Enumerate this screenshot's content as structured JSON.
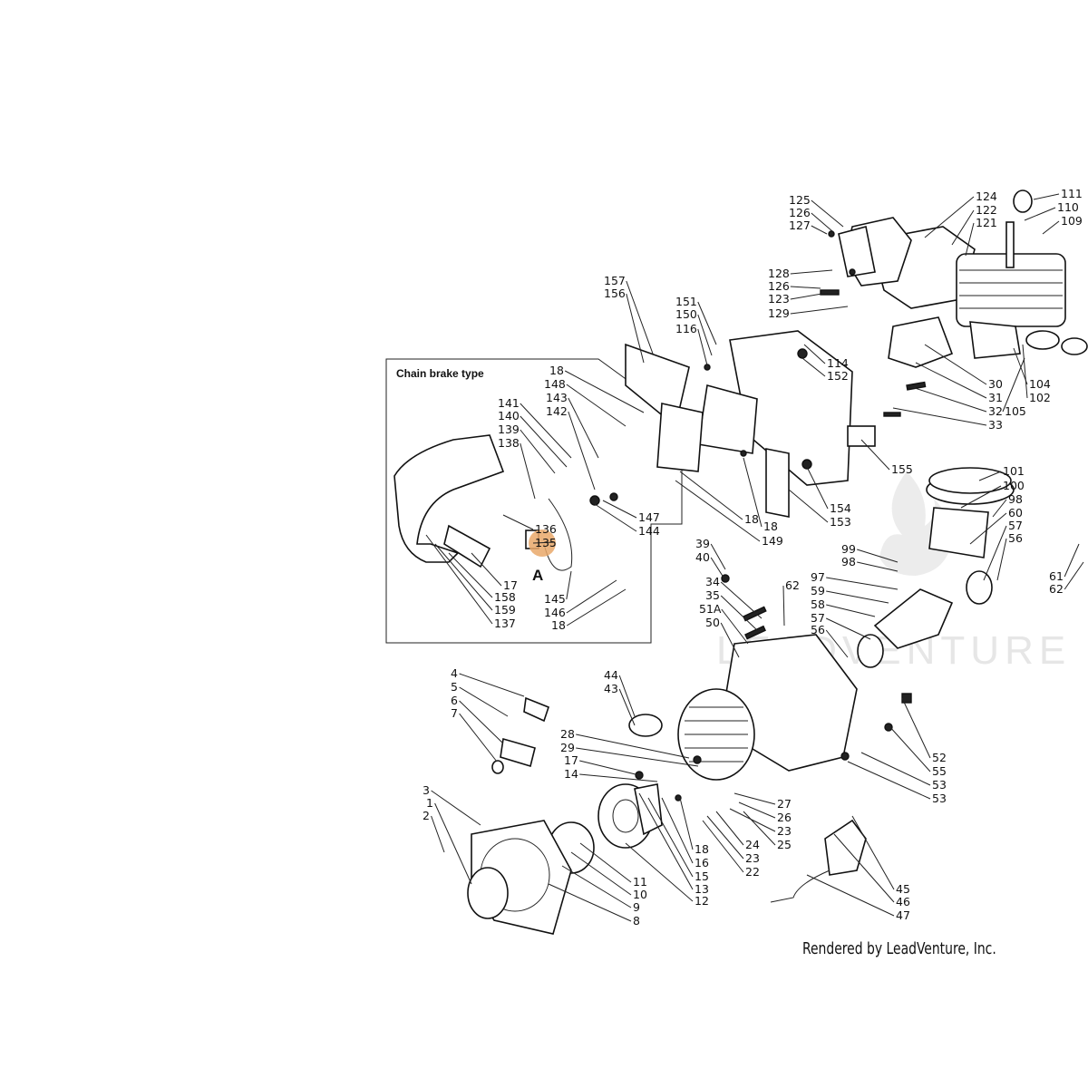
{
  "diagram": {
    "inset_title": "Chain brake type",
    "inset_letter": "A",
    "watermark": "LEADVENTURE",
    "highlight_color": "#e9a86a",
    "highlighted_part": "135",
    "callouts": [
      {
        "id": "125",
        "t": "125"
      },
      {
        "id": "126a",
        "t": "126"
      },
      {
        "id": "127",
        "t": "127"
      },
      {
        "id": "124",
        "t": "124"
      },
      {
        "id": "122",
        "t": "122"
      },
      {
        "id": "121",
        "t": "121"
      },
      {
        "id": "111",
        "t": "111"
      },
      {
        "id": "110",
        "t": "110"
      },
      {
        "id": "109",
        "t": "109"
      },
      {
        "id": "128",
        "t": "128"
      },
      {
        "id": "126b",
        "t": "126"
      },
      {
        "id": "123",
        "t": "123"
      },
      {
        "id": "129",
        "t": "129"
      },
      {
        "id": "157",
        "t": "157"
      },
      {
        "id": "156",
        "t": "156"
      },
      {
        "id": "151",
        "t": "151"
      },
      {
        "id": "150",
        "t": "150"
      },
      {
        "id": "116",
        "t": "116"
      },
      {
        "id": "114",
        "t": "114"
      },
      {
        "id": "152",
        "t": "152"
      },
      {
        "id": "30",
        "t": "30"
      },
      {
        "id": "31",
        "t": "31"
      },
      {
        "id": "32",
        "t": "32"
      },
      {
        "id": "33",
        "t": "33"
      },
      {
        "id": "104",
        "t": "104"
      },
      {
        "id": "102",
        "t": "102"
      },
      {
        "id": "105",
        "t": "105"
      },
      {
        "id": "18a",
        "t": "18"
      },
      {
        "id": "148",
        "t": "148"
      },
      {
        "id": "143",
        "t": "143"
      },
      {
        "id": "142",
        "t": "142"
      },
      {
        "id": "141",
        "t": "141"
      },
      {
        "id": "140",
        "t": "140"
      },
      {
        "id": "139",
        "t": "139"
      },
      {
        "id": "138",
        "t": "138"
      },
      {
        "id": "136",
        "t": "136"
      },
      {
        "id": "135",
        "t": "135"
      },
      {
        "id": "17a",
        "t": "17"
      },
      {
        "id": "158",
        "t": "158"
      },
      {
        "id": "159",
        "t": "159"
      },
      {
        "id": "137",
        "t": "137"
      },
      {
        "id": "147",
        "t": "147"
      },
      {
        "id": "144",
        "t": "144"
      },
      {
        "id": "18b",
        "t": "18"
      },
      {
        "id": "145",
        "t": "145"
      },
      {
        "id": "146",
        "t": "146"
      },
      {
        "id": "18c",
        "t": "18"
      },
      {
        "id": "155",
        "t": "155"
      },
      {
        "id": "18d",
        "t": "18"
      },
      {
        "id": "149",
        "t": "149"
      },
      {
        "id": "154",
        "t": "154"
      },
      {
        "id": "153",
        "t": "153"
      },
      {
        "id": "101",
        "t": "101"
      },
      {
        "id": "100",
        "t": "100"
      },
      {
        "id": "98a",
        "t": "98"
      },
      {
        "id": "60",
        "t": "60"
      },
      {
        "id": "57a",
        "t": "57"
      },
      {
        "id": "56a",
        "t": "56"
      },
      {
        "id": "99",
        "t": "99"
      },
      {
        "id": "98b",
        "t": "98"
      },
      {
        "id": "61",
        "t": "61"
      },
      {
        "id": "62a",
        "t": "62"
      },
      {
        "id": "39",
        "t": "39"
      },
      {
        "id": "40",
        "t": "40"
      },
      {
        "id": "34",
        "t": "34"
      },
      {
        "id": "35",
        "t": "35"
      },
      {
        "id": "51A",
        "t": "51A"
      },
      {
        "id": "50",
        "t": "50"
      },
      {
        "id": "62b",
        "t": "62"
      },
      {
        "id": "97",
        "t": "97"
      },
      {
        "id": "59",
        "t": "59"
      },
      {
        "id": "58",
        "t": "58"
      },
      {
        "id": "57b",
        "t": "57"
      },
      {
        "id": "56b",
        "t": "56"
      },
      {
        "id": "4",
        "t": "4"
      },
      {
        "id": "5",
        "t": "5"
      },
      {
        "id": "6",
        "t": "6"
      },
      {
        "id": "7",
        "t": "7"
      },
      {
        "id": "44",
        "t": "44"
      },
      {
        "id": "43",
        "t": "43"
      },
      {
        "id": "28",
        "t": "28"
      },
      {
        "id": "29",
        "t": "29"
      },
      {
        "id": "17b",
        "t": "17"
      },
      {
        "id": "14",
        "t": "14"
      },
      {
        "id": "52",
        "t": "52"
      },
      {
        "id": "55",
        "t": "55"
      },
      {
        "id": "53a",
        "t": "53"
      },
      {
        "id": "53b",
        "t": "53"
      },
      {
        "id": "27",
        "t": "27"
      },
      {
        "id": "26",
        "t": "26"
      },
      {
        "id": "23a",
        "t": "23"
      },
      {
        "id": "25",
        "t": "25"
      },
      {
        "id": "24",
        "t": "24"
      },
      {
        "id": "23b",
        "t": "23"
      },
      {
        "id": "22",
        "t": "22"
      },
      {
        "id": "18e",
        "t": "18"
      },
      {
        "id": "16",
        "t": "16"
      },
      {
        "id": "15",
        "t": "15"
      },
      {
        "id": "13",
        "t": "13"
      },
      {
        "id": "12",
        "t": "12"
      },
      {
        "id": "11",
        "t": "11"
      },
      {
        "id": "10",
        "t": "10"
      },
      {
        "id": "9",
        "t": "9"
      },
      {
        "id": "8",
        "t": "8"
      },
      {
        "id": "3",
        "t": "3"
      },
      {
        "id": "1",
        "t": "1"
      },
      {
        "id": "2",
        "t": "2"
      },
      {
        "id": "45",
        "t": "45"
      },
      {
        "id": "46",
        "t": "46"
      },
      {
        "id": "47",
        "t": "47"
      }
    ]
  },
  "footer": {
    "credit": "Rendered by LeadVenture, Inc."
  }
}
